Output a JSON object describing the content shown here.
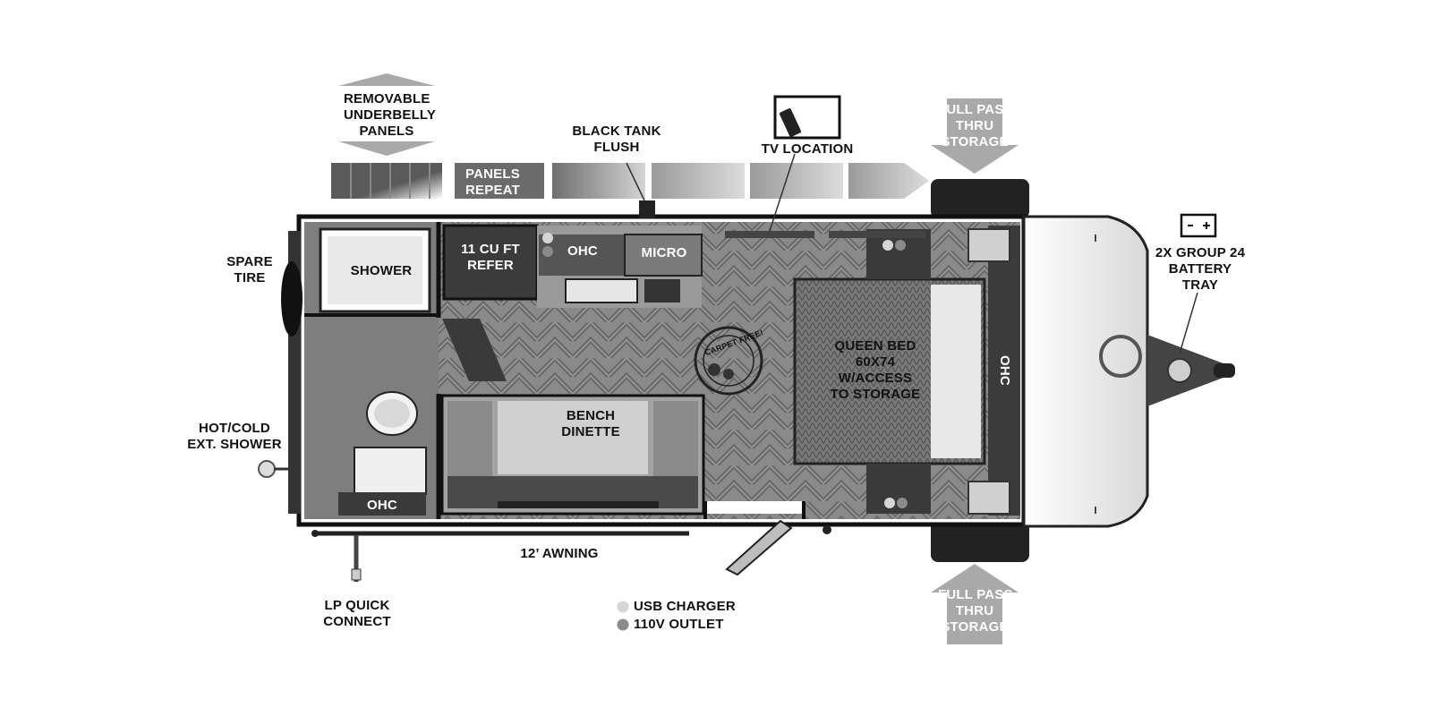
{
  "colors": {
    "floor": "#7d7d7d",
    "wall": "#111111",
    "cabinet": "#3a3a3a",
    "arrow": "#a9a9a9",
    "usb_dot": "#d6d6d6",
    "outlet_dot": "#8a8a8a"
  },
  "labels": {
    "removable_underbelly": [
      "REMOVABLE",
      "UNDERBELLY",
      "PANELS"
    ],
    "black_tank_flush": [
      "BLACK TANK",
      "FLUSH"
    ],
    "tv_location": "TV LOCATION",
    "panels_repeat": [
      "PANELS",
      "REPEAT"
    ],
    "full_pass_top": [
      "FULL PASS",
      "THRU",
      "STORAGE"
    ],
    "full_pass_bottom": [
      "FULL PASS",
      "THRU",
      "STORAGE"
    ],
    "battery_tray": [
      "2X GROUP 24",
      "BATTERY",
      "TRAY"
    ],
    "spare_tire": [
      "SPARE",
      "TIRE"
    ],
    "shower": "SHOWER",
    "refer": [
      "11 CU FT",
      "REFER"
    ],
    "ohc_kitchen": "OHC",
    "micro": "MICRO",
    "queen_bed": [
      "QUEEN BED",
      "60X74",
      "W/ACCESS",
      "TO STORAGE"
    ],
    "ohc_bed": "OHC",
    "bench_dinette": [
      "BENCH",
      "DINETTE"
    ],
    "hot_cold_shower": [
      "HOT/COLD",
      "EXT. SHOWER"
    ],
    "ohc_bath": "OHC",
    "awning": "12’ AWNING",
    "lp_quick_connect": [
      "LP QUICK",
      "CONNECT"
    ],
    "carpet_free": "CARPET FREE!"
  },
  "legend": {
    "usb_charger": "USB CHARGER",
    "outlet": "110V OUTLET"
  },
  "icons": {
    "tv": "tv-icon",
    "battery": "battery-icon",
    "spare_tire": "spare-tire-icon",
    "carpet_free": "carpet-free-badge-icon",
    "hitch": "hitch-icon"
  }
}
